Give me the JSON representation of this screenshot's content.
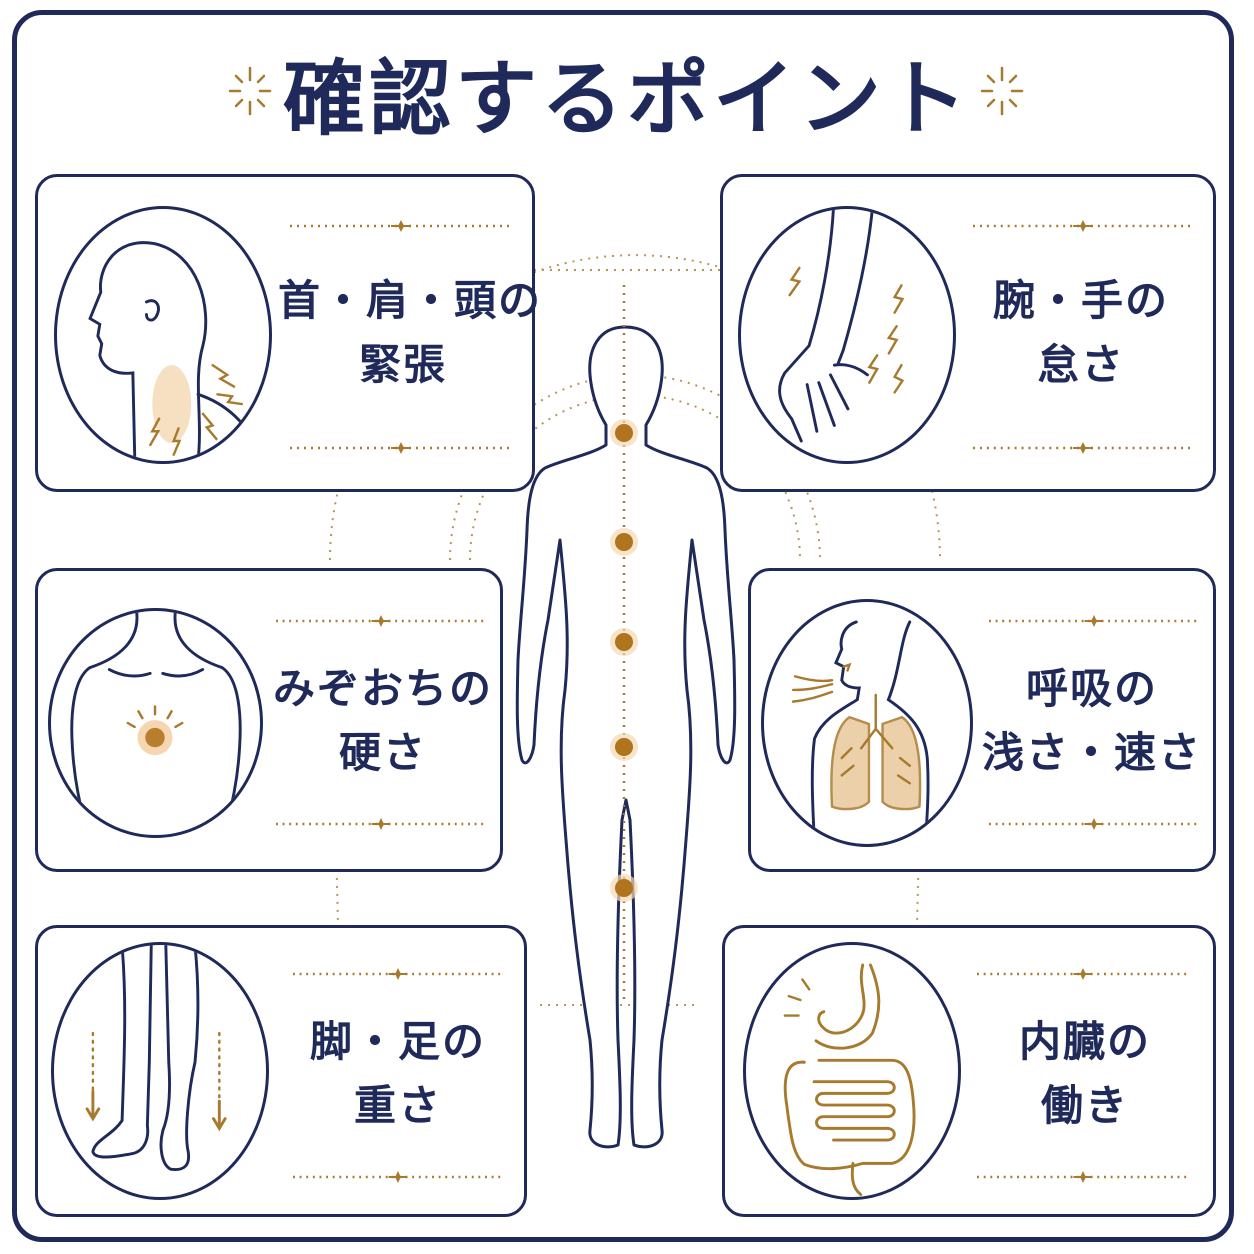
{
  "title": "確認するポイント",
  "colors": {
    "navy": "#1f2a5a",
    "gold": "#a87a2e",
    "gold_fill": "#e9c89a",
    "point": "#b0741f"
  },
  "points": [
    {
      "icon": "neck-shoulder-icon",
      "lines": [
        "首・肩・頭の",
        "緊張"
      ]
    },
    {
      "icon": "arm-hand-icon",
      "lines": [
        "腕・手の",
        "怠さ"
      ]
    },
    {
      "icon": "solar-plexus-icon",
      "lines": [
        "みぞおちの",
        "硬さ"
      ]
    },
    {
      "icon": "lungs-icon",
      "lines": [
        "呼吸の",
        "浅さ・速さ"
      ]
    },
    {
      "icon": "legs-feet-icon",
      "lines": [
        "脚・足の",
        "重さ"
      ]
    },
    {
      "icon": "intestine-icon",
      "lines": [
        "内臓の",
        "働き"
      ]
    }
  ]
}
